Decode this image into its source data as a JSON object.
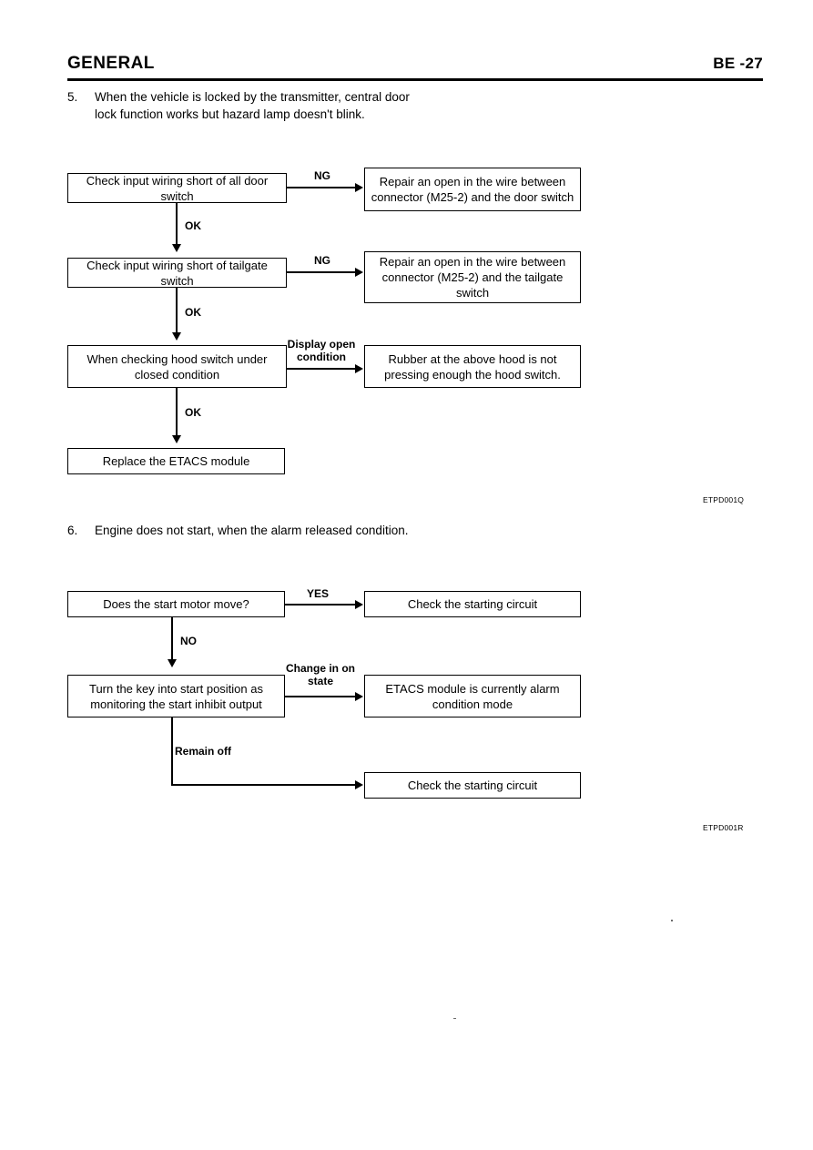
{
  "header": {
    "section_title": "GENERAL",
    "page_ref": "BE -27"
  },
  "items": [
    {
      "number": "5.",
      "text": "When the vehicle is locked by the transmitter, central door lock function works but hazard lamp doesn't blink."
    },
    {
      "number": "6.",
      "text": "Engine does not start, when the alarm released condition."
    }
  ],
  "flowchart_1": {
    "figure_code": "ETPD001Q",
    "boxes": [
      {
        "id": "fc1-b1",
        "text": "Check input wiring short of all door switch"
      },
      {
        "id": "fc1-b2",
        "text": "Repair an open in the wire between connector (M25-2) and the door switch"
      },
      {
        "id": "fc1-b3",
        "text": "Check input wiring short of tailgate switch"
      },
      {
        "id": "fc1-b4",
        "text": "Repair an open in the wire between connector (M25-2) and the tailgate switch"
      },
      {
        "id": "fc1-b5",
        "text": "When checking hood switch under closed condition"
      },
      {
        "id": "fc1-b6",
        "text": "Rubber at the above hood is not pressing enough the hood switch."
      },
      {
        "id": "fc1-b7",
        "text": "Replace the ETACS module"
      }
    ],
    "labels": {
      "ng_1": "NG",
      "ok_1": "OK",
      "ng_2": "NG",
      "ok_2": "OK",
      "display_open": "Display open condition",
      "ok_3": "OK"
    }
  },
  "flowchart_2": {
    "figure_code": "ETPD001R",
    "boxes": [
      {
        "id": "fc2-b1",
        "text": "Does the start motor move?"
      },
      {
        "id": "fc2-b2",
        "text": "Check the starting circuit"
      },
      {
        "id": "fc2-b3",
        "text": "Turn the key into start position as monitoring the start inhibit output"
      },
      {
        "id": "fc2-b4",
        "text": "ETACS module is currently alarm condition mode"
      },
      {
        "id": "fc2-b5",
        "text": "Check the starting circuit"
      }
    ],
    "labels": {
      "yes": "YES",
      "no": "NO",
      "change_in_on_state": "Change in on state",
      "remain_off": "Remain off"
    }
  }
}
